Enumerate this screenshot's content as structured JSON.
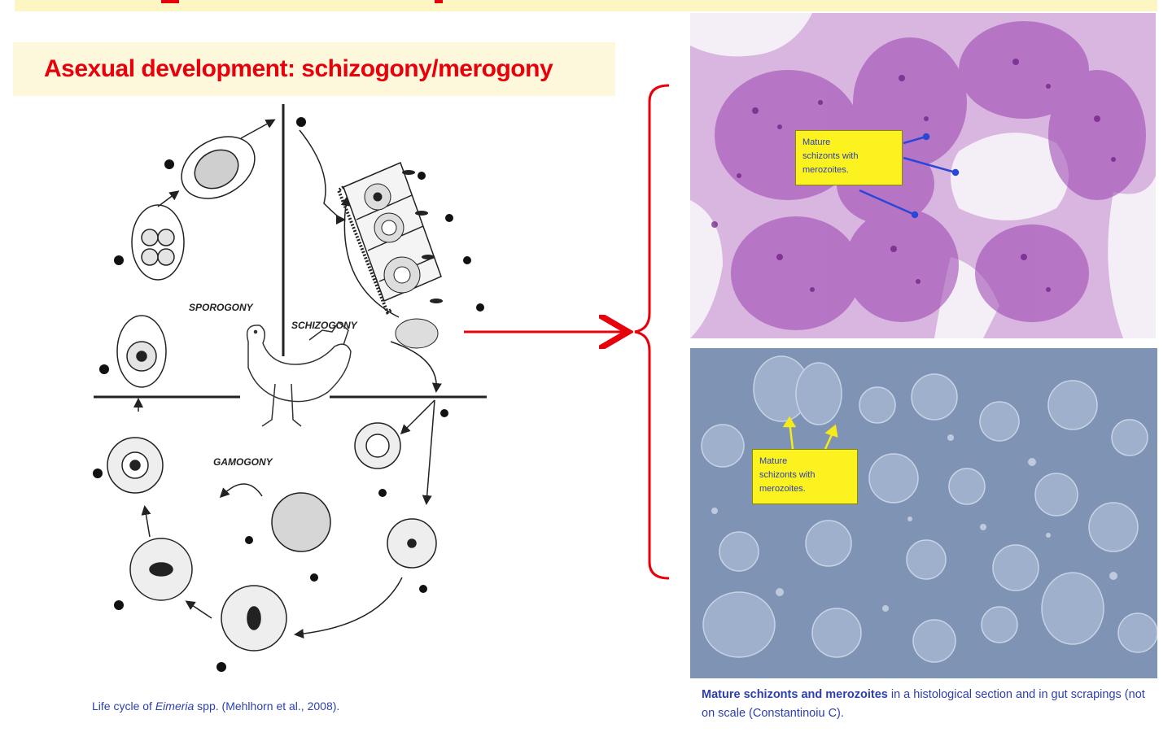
{
  "heading": "Asexual development: schizogony/merogony",
  "diagram": {
    "labels": {
      "sporogony": "SPOROGONY",
      "schizogony": "SCHIZOGONY",
      "gamogony": "GAMOGONY"
    }
  },
  "caption_left": {
    "prefix": "Life cycle of ",
    "italic": "Eimeria",
    "suffix": " spp. (Mehlhorn et al., 2008)."
  },
  "callout_top": [
    "Mature",
    "schizonts with",
    "merozoites."
  ],
  "callout_bottom": [
    "Mature",
    "schizonts with",
    "merozoites."
  ],
  "caption_right": {
    "bold": "Mature schizonts and merozoites",
    "rest": " in a histological section and in gut scrapings (not on scale (Constantinoiu C)."
  },
  "colors": {
    "heading": "#e8000b",
    "arrow": "#e8000b",
    "callout_bg": "#fbf220",
    "caption_text": "#2b3fb0",
    "stain_purple": "#9b3fae"
  }
}
